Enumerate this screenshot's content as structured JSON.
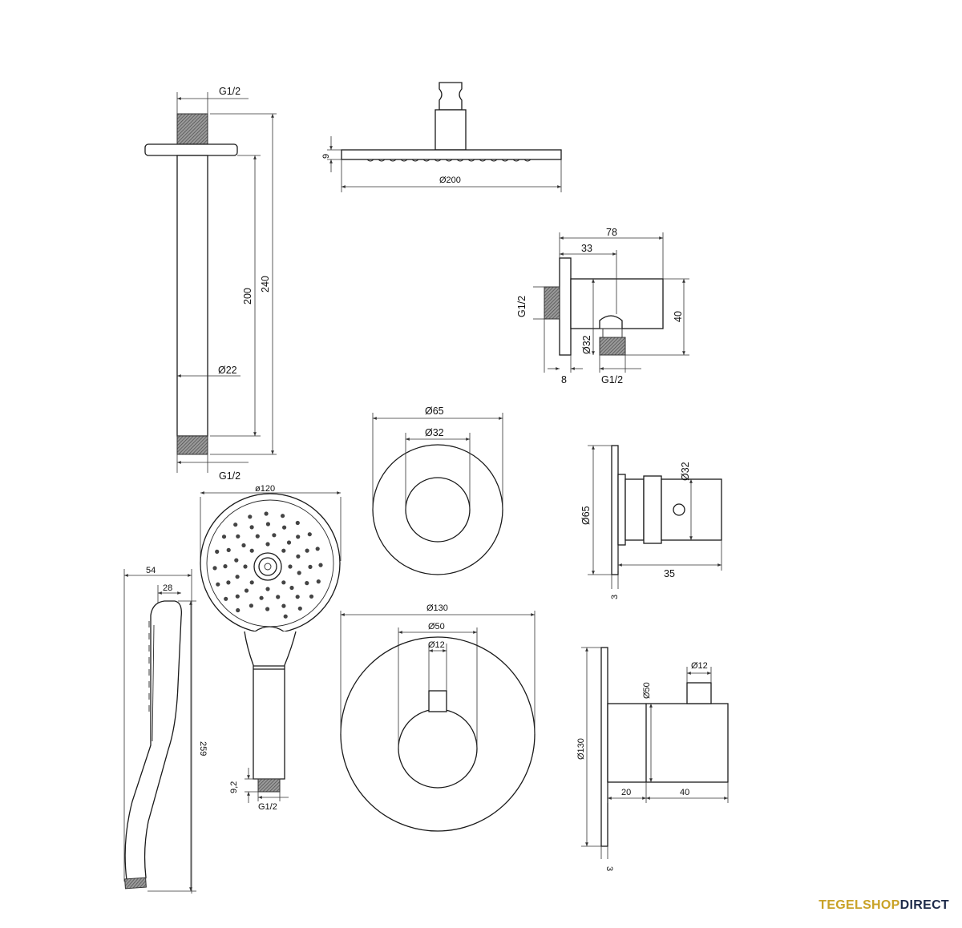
{
  "labels": {
    "arm_thread_top": "G1/2",
    "arm_len_200": "200",
    "arm_len_240": "240",
    "arm_dia": "Ø22",
    "arm_thread_bottom": "G1/2",
    "head_thickness": "9",
    "head_dia": "Ø200",
    "elbow_78": "78",
    "elbow_33": "33",
    "elbow_thread_left": "G1/2",
    "elbow_40": "40",
    "elbow_dia": "Ø32",
    "elbow_8": "8",
    "elbow_thread_bottom": "G1/2",
    "rosette_outer": "Ø65",
    "rosette_inner": "Ø32",
    "valve_flange": "Ø65",
    "valve_body": "Ø32",
    "valve_35": "35",
    "valve_3": "3",
    "handshower_face": "ø120",
    "handshower_54": "54",
    "handshower_28": "28",
    "handshower_259": "259",
    "handshower_92": "9,2",
    "handshower_thread": "G1/2",
    "thermo_plate": "Ø130",
    "thermo_knob": "Ø50",
    "thermo_spindle": "Ø12",
    "thermo_side_plate": "Ø130",
    "thermo_side_knob": "Ø50",
    "thermo_side_spindle": "Ø12",
    "thermo_20": "20",
    "thermo_40": "40",
    "thermo_3": "3"
  },
  "brand": {
    "part1": "TEGELSHOP",
    "part2": "DIRECT"
  }
}
